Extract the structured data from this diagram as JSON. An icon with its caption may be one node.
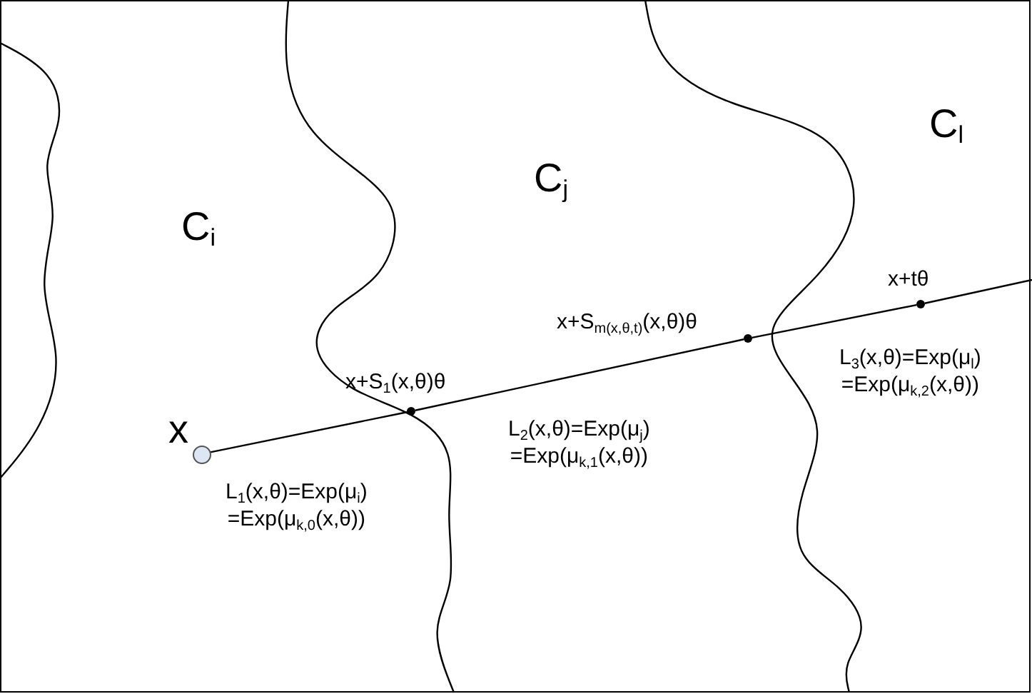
{
  "diagram": {
    "nodes": [
      {
        "text": [],
        "shape": "circle",
        "beside": [
          "x"
        ]
      },
      {
        "text": [],
        "shape": "circle",
        "beside": [
          "x+S$_{1}$(x,θ)θ"
        ]
      },
      {
        "text": [],
        "shape": "circle",
        "beside": [
          "x+S$_{m(x,θ,t)}$(x,θ)θ"
        ]
      },
      {
        "text": [],
        "shape": "circle",
        "beside": [
          "x+tθ"
        ]
      }
    ],
    "edges": [
      {
        "from": 0,
        "to": 1,
        "arrow": "none"
      },
      {
        "from": 1,
        "to": 2,
        "arrow": "none"
      },
      {
        "from": 2,
        "to": 3,
        "arrow": "none"
      },
      {
        "from": 3,
        "to": null,
        "arrow": "none"
      }
    ],
    "labels": [
      "C$_{l}$",
      "C$_{j}$",
      "C$_{i}$",
      "L$_{3}$(x,θ)=Exp(μ$_{l}$) =Exp(μ$_{k,2}$(x,θ))",
      "L$_{2}$(x,θ)=Exp(μ$_{j}$) =Exp(μ$_{k,1}$(x,θ))",
      "L$_{1}$(x,θ)=Exp(μ$_{i}$) =Exp(μ$_{k,0}$(x,θ))"
    ]
  }
}
